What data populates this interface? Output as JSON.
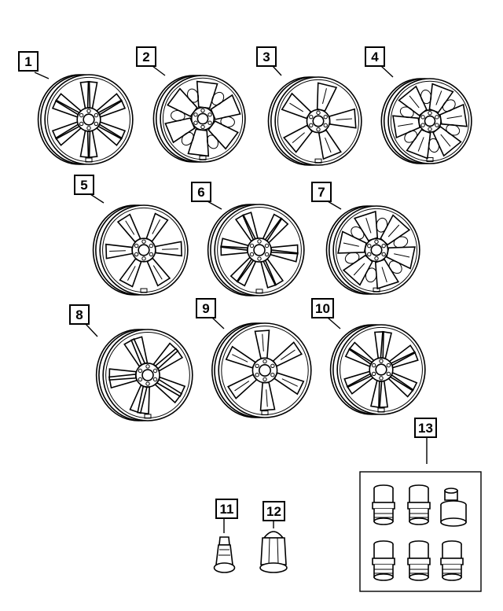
{
  "diagram": {
    "background": "#ffffff",
    "line_color": "#000000",
    "parts": [
      {
        "callout": "1",
        "kind": "wheel",
        "style": "split-spoke"
      },
      {
        "callout": "2",
        "kind": "wheel",
        "style": "steel"
      },
      {
        "callout": "3",
        "kind": "wheel",
        "style": "five-spoke"
      },
      {
        "callout": "4",
        "kind": "wheel",
        "style": "pocket"
      },
      {
        "callout": "5",
        "kind": "wheel",
        "style": "six-spoke"
      },
      {
        "callout": "6",
        "kind": "wheel",
        "style": "split-spoke"
      },
      {
        "callout": "7",
        "kind": "wheel",
        "style": "pocket"
      },
      {
        "callout": "8",
        "kind": "wheel",
        "style": "double-spoke"
      },
      {
        "callout": "9",
        "kind": "wheel",
        "style": "six-spoke"
      },
      {
        "callout": "10",
        "kind": "wheel",
        "style": "split-spoke"
      },
      {
        "callout": "11",
        "kind": "valve-stem"
      },
      {
        "callout": "12",
        "kind": "lug-nut"
      },
      {
        "callout": "13",
        "kind": "wheel-lock-kit"
      }
    ]
  }
}
